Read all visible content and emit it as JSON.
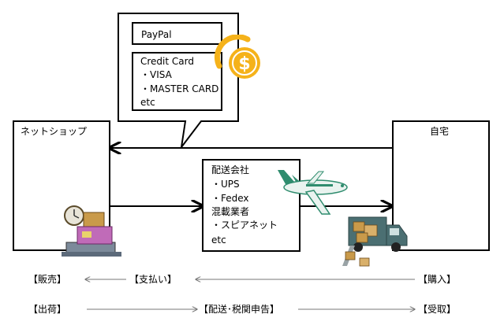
{
  "payment_bubble": {
    "paypal": "PayPal",
    "credit_card_title": "Credit Card",
    "credit_card_items": [
      "・VISA",
      "・MASTER CARD"
    ],
    "credit_card_more": "etc"
  },
  "nodes": {
    "shop": "ネットショップ",
    "home": "自宅",
    "carrier_lines": [
      "配送会社",
      "・UPS",
      "・Fedex",
      "混載業者",
      "・スピアネット",
      "etc"
    ]
  },
  "flows": {
    "top_left": "【販売】",
    "top_middle": "【支払い】",
    "top_right": "【購入】",
    "bottom_left": "【出荷】",
    "bottom_middle": "【配送･税関申告】",
    "bottom_right": "【受取】"
  },
  "icon_names": [
    "dollar-coin-icon",
    "airplane-icon",
    "delivery-truck-icon",
    "shipping-scale-icon"
  ],
  "colors": {
    "coin": "#f5b21a",
    "plane_body": "#e9f3ef",
    "plane_accent": "#2f8c6e",
    "truck": "#4b6f72",
    "parcel": "#c99a4a"
  }
}
